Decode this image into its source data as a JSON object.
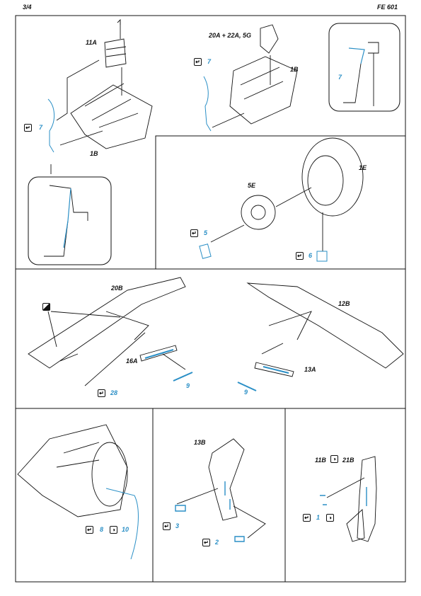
{
  "header": {
    "page": "3/4",
    "code": "FE 601"
  },
  "colors": {
    "ink": "#111111",
    "part": "#2a8fc6"
  },
  "icons": {
    "fold": "fold-icon",
    "bend": "bend-icon",
    "paint": "paint-icon"
  },
  "panel1": {
    "label_11a": "11A",
    "label_1b": "1B",
    "step": "7"
  },
  "panel2": {
    "label_parts": "20A + 22A, 5G",
    "label_1b": "1B",
    "step": "7"
  },
  "panel3": {
    "step": "7"
  },
  "panel4": {
    "label_1e": "1E",
    "label_5e": "5E",
    "step_5": "5",
    "step_6": "6"
  },
  "panel5": {
    "label_20b": "20B",
    "label_12b": "12B",
    "label_16a": "16A",
    "label_13a": "13A",
    "step_9a": "9",
    "step_9b": "9",
    "step_28": "28"
  },
  "panel6": {
    "step_8": "8",
    "step_10": "10"
  },
  "panel7": {
    "label_13b": "13B",
    "step_3": "3",
    "step_2": "2"
  },
  "panel8": {
    "label_11b": "11B",
    "label_21b": "21B",
    "step_1": "1"
  }
}
